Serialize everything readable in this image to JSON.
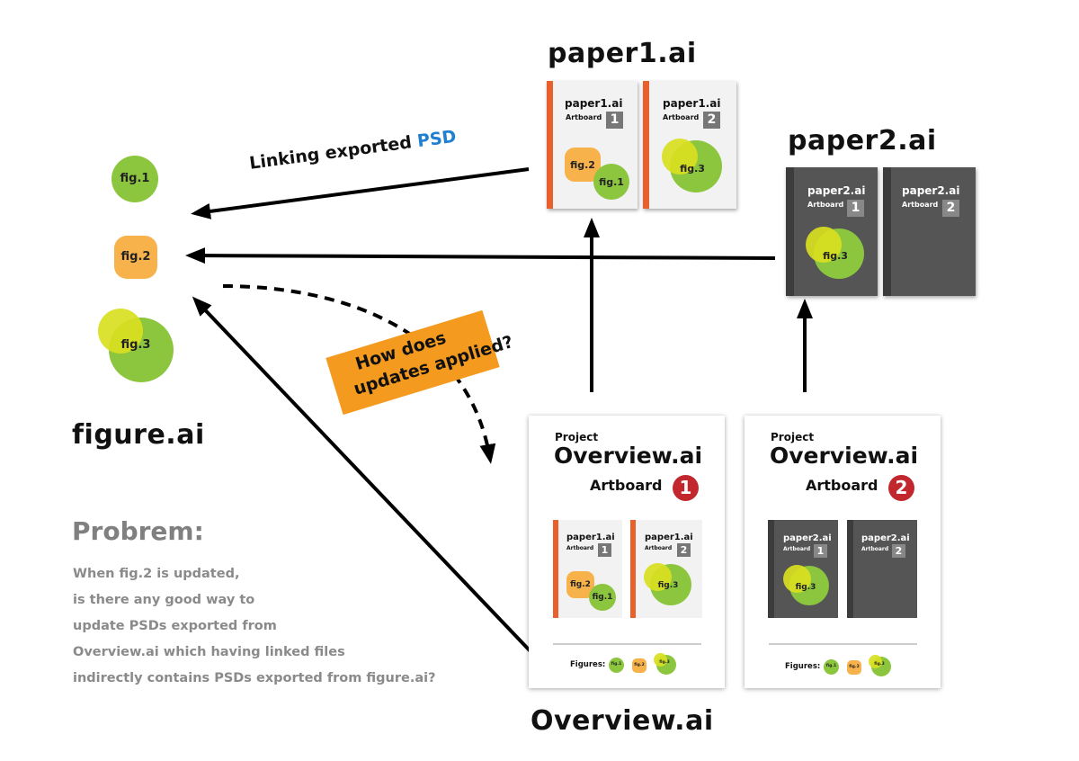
{
  "titles": {
    "paper1": "paper1.ai",
    "paper2": "paper2.ai",
    "figure": "figure.ai",
    "overview": "Overview.ai"
  },
  "figures": {
    "fig1": "fig.1",
    "fig2": "fig.2",
    "fig3": "fig.3"
  },
  "arrow_labels": {
    "linking_prefix": "Linking exported",
    "linking_psd": "PSD",
    "question_line1": "How does",
    "question_line2": "updates applied?"
  },
  "paper1_pages": [
    {
      "name": "paper1.ai",
      "artboard": "Artboard",
      "number": "1"
    },
    {
      "name": "paper1.ai",
      "artboard": "Artboard",
      "number": "2"
    }
  ],
  "paper2_pages": [
    {
      "name": "paper2.ai",
      "artboard": "Artboard",
      "number": "1"
    },
    {
      "name": "paper2.ai",
      "artboard": "Artboard",
      "number": "2"
    }
  ],
  "overview_cards": [
    {
      "project": "Project",
      "name": "Overview.ai",
      "artboard": "Artboard",
      "number": "1",
      "figures_label": "Figures:"
    },
    {
      "project": "Project",
      "name": "Overview.ai",
      "artboard": "Artboard",
      "number": "2",
      "figures_label": "Figures:"
    }
  ],
  "problem": {
    "title": "Probrem:",
    "lines": [
      "When fig.2 is updated,",
      "is there any good way to",
      "update PSDs exported from",
      "Overview.ai which having linked files",
      "indirectly contains PSDs exported from figure.ai?"
    ]
  },
  "colors": {
    "green": "#8cc63f",
    "yellow": "#d9e021",
    "orange_fig": "#f7b24b",
    "orange_stripe": "#e8602c",
    "question_box": "#f49a1f",
    "psd_blue": "#1f7fd0",
    "badge_red": "#c1272d"
  }
}
